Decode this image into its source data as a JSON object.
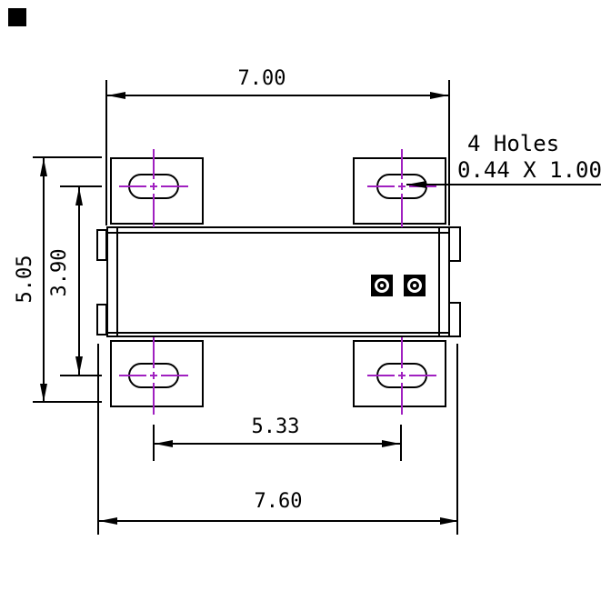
{
  "dimensions": {
    "body_width": "7.00",
    "overall_width": "7.60",
    "hole_span_horizontal": "5.33",
    "tab_span_vertical": "5.05",
    "hole_span_vertical": "3.90"
  },
  "note": {
    "line1": "4 Holes",
    "line2": "0.44 X 1.00"
  },
  "colors": {
    "line": "#000000",
    "centerline": "#A020C0",
    "background": "#FFFFFF"
  }
}
